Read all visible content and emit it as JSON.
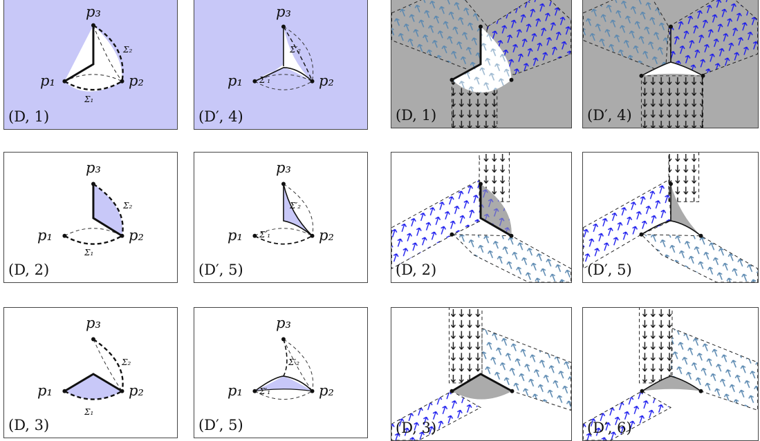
{
  "points": {
    "p1": "p₁",
    "p2": "p₂",
    "p3": "p₃"
  },
  "sigmas": {
    "s1": "Σ₁",
    "s2": "Σ₂",
    "s1p": "Σ′₁",
    "s2p": "Σ′₂"
  },
  "captions": {
    "a1": "(D, 1)",
    "a2": "(D′, 4)",
    "b1": "(D, 2)",
    "b2": "(D′, 5)",
    "c1": "(D, 3)",
    "c2": "(D′, 5)",
    "r1a": "(D, 1)",
    "r1b": "(D′, 4)",
    "r2a": "(D, 2)",
    "r2b": "(D′, 5)",
    "r3a": "(D, 3)",
    "r3b": "(D′, 6)"
  },
  "colors": {
    "shade": "#c8c8f8",
    "grey": "#ababab",
    "arrow_blue": "#1a1aee",
    "arrow_steel": "#5a88b0",
    "arrow_black": "#111111"
  }
}
